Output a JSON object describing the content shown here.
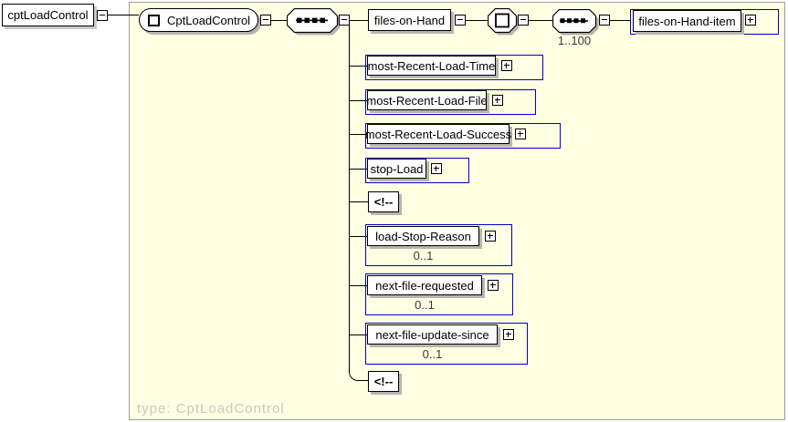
{
  "colors": {
    "selection_blue": "#0000cc",
    "container_background": "#ffffe3",
    "box_shadow": "#b6b6ae"
  },
  "nodes": {
    "root_element": "cptLoadControl",
    "complex_type": "CptLoadControl",
    "files_on_hand": "files-on-Hand",
    "files_on_hand_item": "files-on-Hand-item",
    "files_on_hand_item_occurrence": "1..100",
    "most_recent_load_time": "most-Recent-Load-Time",
    "most_recent_load_file": "most-Recent-Load-File",
    "most_recent_load_success": "most-Recent-Load-Success",
    "stop_load": "stop-Load",
    "comment_top": "<!--",
    "load_stop_reason": "load-Stop-Reason",
    "load_stop_reason_occurrence": "0..1",
    "next_file_requested": "next-file-requested",
    "next_file_requested_occurrence": "0..1",
    "next_file_update_since": "next-file-update-since",
    "next_file_update_since_occurrence": "0..1",
    "comment_bottom": "<!--"
  },
  "footer": {
    "type_label": "type: CptLoadControl"
  }
}
